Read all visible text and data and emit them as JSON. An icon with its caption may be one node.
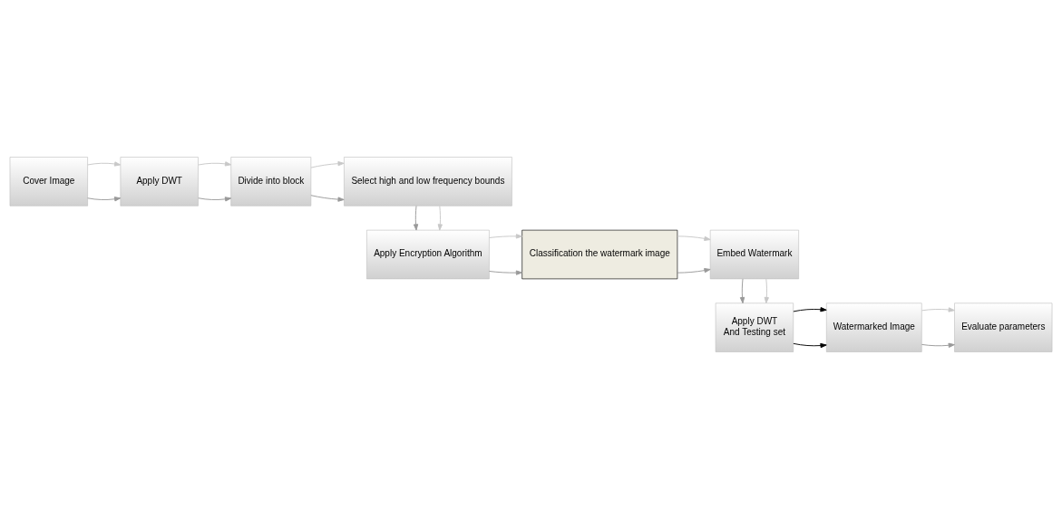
{
  "diagram": {
    "nodes": [
      {
        "text": [
          "Cover Image"
        ]
      },
      {
        "text": [
          "Apply DWT"
        ]
      },
      {
        "text": [
          "Divide into block"
        ]
      },
      {
        "text": [
          "Select high and low frequency bounds"
        ]
      },
      {
        "text": [
          "Apply Encryption Algorithm"
        ]
      },
      {
        "text": [
          "Classification the watermark image"
        ]
      },
      {
        "text": [
          "Embed Watermark"
        ]
      },
      {
        "text": [
          "Apply DWT",
          "And Testing set"
        ]
      },
      {
        "text": [
          "Watermarked Image"
        ]
      },
      {
        "text": [
          "Evaluate parameters"
        ]
      }
    ],
    "edges": [
      {
        "from": 0,
        "to": 1,
        "arrow": "to",
        "color": "#999999"
      },
      {
        "from": 0,
        "to": 1,
        "arrow": "to",
        "color": "#c8c8c8"
      },
      {
        "from": 1,
        "to": 2,
        "arrow": "to",
        "color": "#999999"
      },
      {
        "from": 1,
        "to": 2,
        "arrow": "to",
        "color": "#c8c8c8"
      },
      {
        "from": 2,
        "to": 3,
        "arrow": "to",
        "color": "#999999"
      },
      {
        "from": 2,
        "to": 3,
        "arrow": "to",
        "color": "#c8c8c8"
      },
      {
        "from": 3,
        "to": 4,
        "arrow": "to",
        "color": "#999999"
      },
      {
        "from": 3,
        "to": 4,
        "arrow": "to",
        "color": "#c8c8c8"
      },
      {
        "from": 4,
        "to": 5,
        "arrow": "to",
        "color": "#999999"
      },
      {
        "from": 4,
        "to": 5,
        "arrow": "to",
        "color": "#c8c8c8"
      },
      {
        "from": 5,
        "to": 6,
        "arrow": "to",
        "color": "#999999"
      },
      {
        "from": 5,
        "to": 6,
        "arrow": "to",
        "color": "#c8c8c8"
      },
      {
        "from": 6,
        "to": 7,
        "arrow": "to",
        "color": "#999999"
      },
      {
        "from": 6,
        "to": 7,
        "arrow": "to",
        "color": "#c8c8c8"
      },
      {
        "from": 7,
        "to": 8,
        "arrow": "to",
        "color": "#000000"
      },
      {
        "from": 7,
        "to": 8,
        "arrow": "to",
        "color": "#000000"
      },
      {
        "from": 8,
        "to": 9,
        "arrow": "to",
        "color": "#999999"
      },
      {
        "from": 8,
        "to": 9,
        "arrow": "to",
        "color": "#c8c8c8"
      }
    ]
  }
}
